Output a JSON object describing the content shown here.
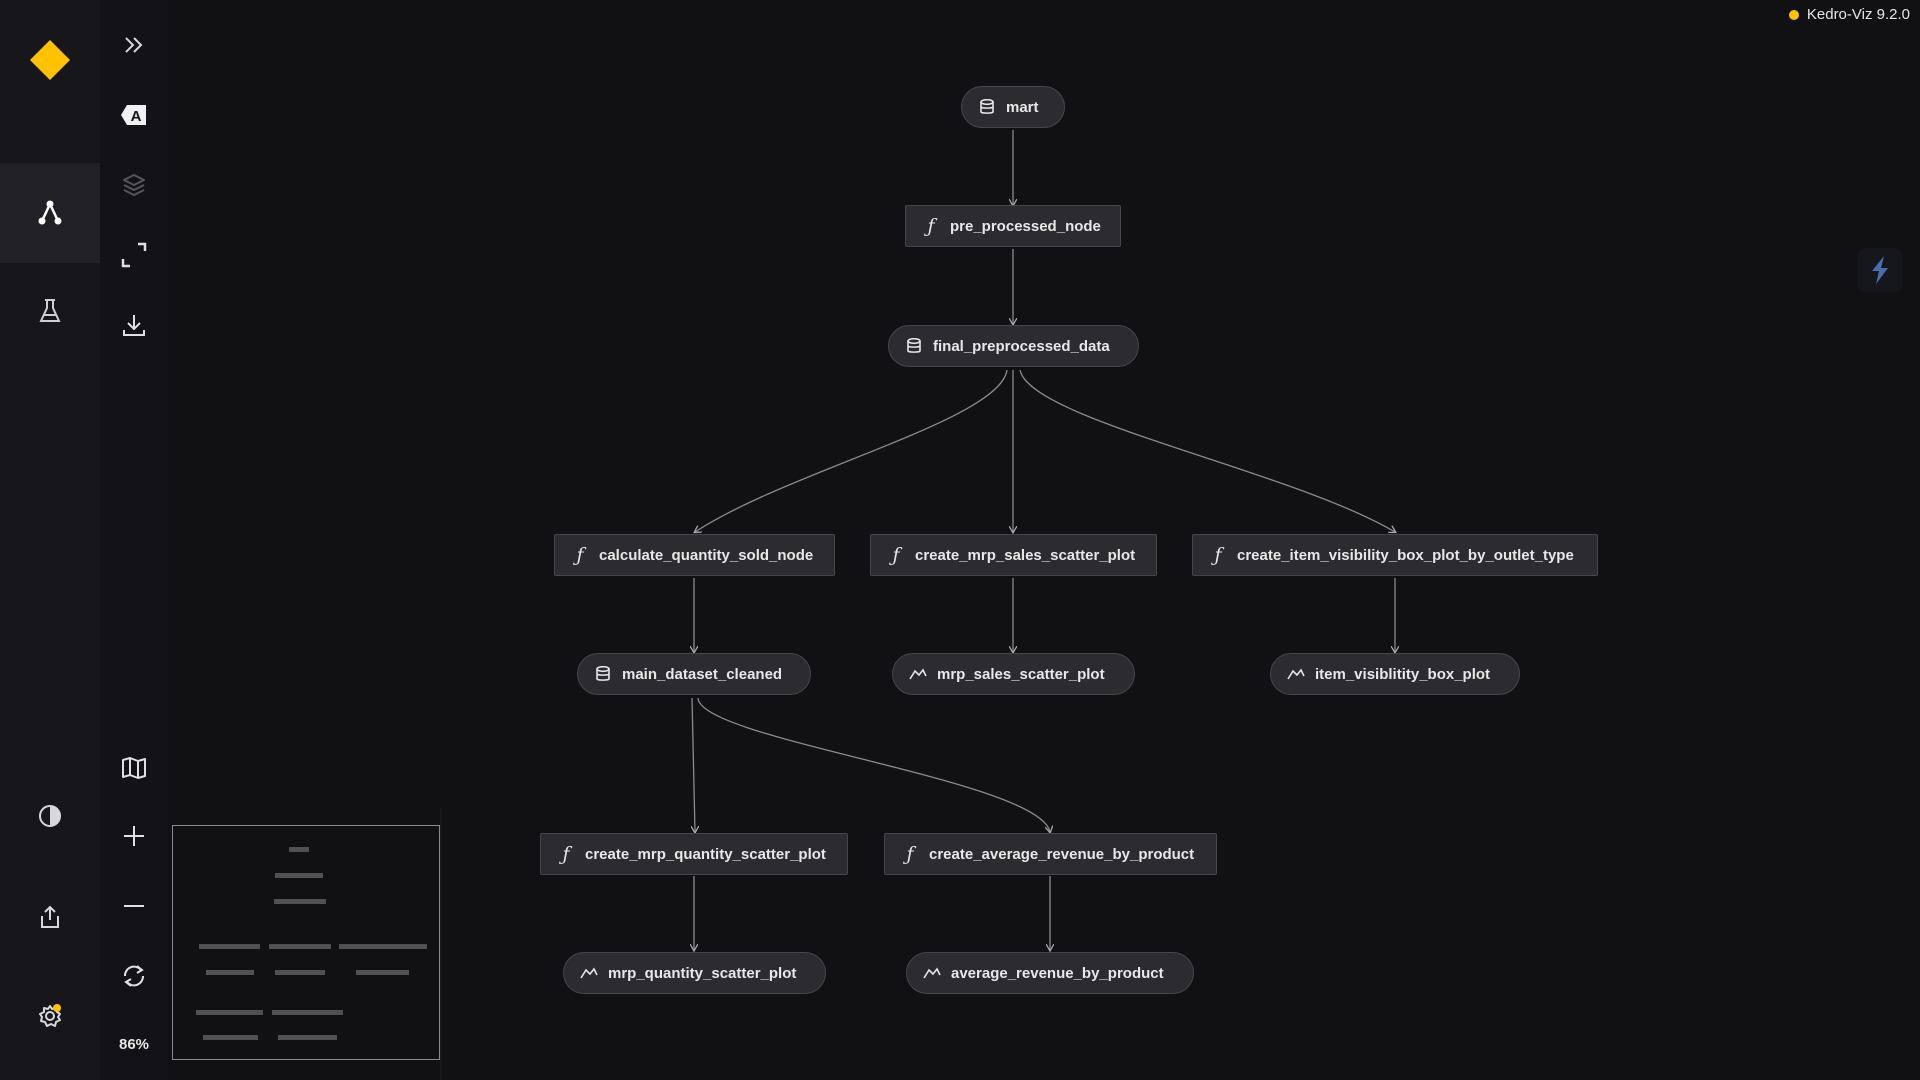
{
  "app": {
    "version_label": "Kedro-Viz 9.2.0"
  },
  "toolbar": {
    "zoom_level": "86%"
  },
  "colors": {
    "accent": "#ffc200",
    "background": "#111114",
    "node_fill": "#2b2b30",
    "edge": "#8a8a8f"
  },
  "icons": {
    "nav": [
      "kedro-logo-icon",
      "flowchart-icon",
      "experiment-flask-icon",
      "theme-toggle-icon",
      "export-icon",
      "settings-icon"
    ],
    "toolbar": [
      "expand-chevrons-icon",
      "labels-toggle-icon",
      "layers-icon",
      "fullscreen-icon",
      "download-icon",
      "minimap-icon",
      "zoom-in-icon",
      "zoom-out-icon",
      "reset-view-icon"
    ]
  },
  "pipeline": {
    "nodes": {
      "mart": "mart",
      "pre_processed_node": "pre_processed_node",
      "final_preprocessed_data": "final_preprocessed_data",
      "calculate_quantity_sold_node": "calculate_quantity_sold_node",
      "create_mrp_sales_scatter_plot": "create_mrp_sales_scatter_plot",
      "create_item_visibility_box_plot_by_outlet_type": "create_item_visibility_box_plot_by_outlet_type",
      "main_dataset_cleaned": "main_dataset_cleaned",
      "mrp_sales_scatter_plot": "mrp_sales_scatter_plot",
      "item_visiblitity_box_plot": "item_visiblitity_box_plot",
      "create_mrp_quantity_scatter_plot": "create_mrp_quantity_scatter_plot",
      "create_average_revenue_by_product": "create_average_revenue_by_product",
      "mrp_quantity_scatter_plot": "mrp_quantity_scatter_plot",
      "average_revenue_by_product": "average_revenue_by_product"
    }
  }
}
